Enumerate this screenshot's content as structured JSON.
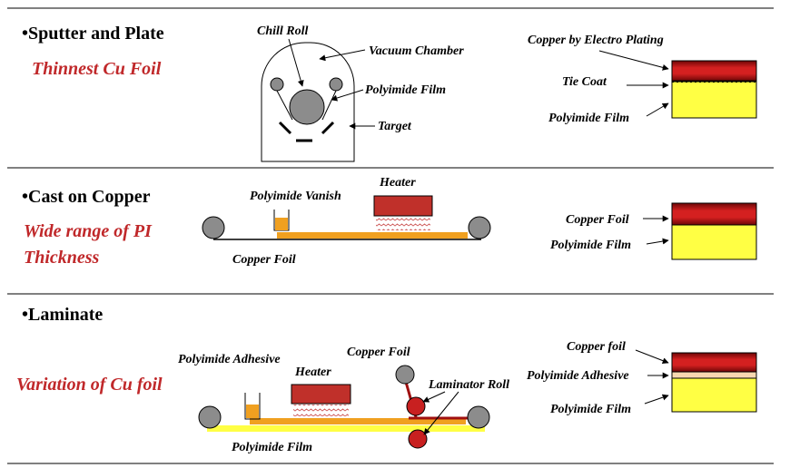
{
  "colors": {
    "copper": "#c8201e",
    "copper_dark": "#7a0a0a",
    "polyimide_film": "#ffff44",
    "polyimide_liquid": "#f0a020",
    "adhesive": "#f8d8b0",
    "roll_gray": "#8c8c8c",
    "heater_red": "#c0302a",
    "subtitle_red": "#c0282a"
  },
  "sections": [
    {
      "bullet": "•",
      "title": "Sputter and Plate",
      "subtitle": [
        "Thinnest Cu Foil"
      ],
      "diagram_labels": {
        "chill_roll": "Chill Roll",
        "vacuum_chamber": "Vacuum Chamber",
        "polyimide_film": "Polyimide Film",
        "target": "Target"
      },
      "stack_labels": [
        "Copper by Electro Plating",
        "Tie Coat",
        "Polyimide Film"
      ]
    },
    {
      "bullet": "•",
      "title": "Cast on Copper",
      "subtitle": [
        "Wide range of PI",
        "Thickness"
      ],
      "diagram_labels": {
        "polyimide_vanish": "Polyimide Vanish",
        "heater": "Heater",
        "copper_foil": "Copper Foil"
      },
      "stack_labels": [
        "Copper Foil",
        "Polyimide Film"
      ]
    },
    {
      "bullet": "•",
      "title": "Laminate",
      "subtitle": [
        "Variation of Cu foil"
      ],
      "diagram_labels": {
        "polyimide_adhesive": "Polyimide Adhesive",
        "heater": "Heater",
        "copper_foil": "Copper Foil",
        "laminator_roll": "Laminator Roll",
        "polyimide_film": "Polyimide Film"
      },
      "stack_labels": [
        "Copper foil",
        "Polyimide Adhesive",
        "Polyimide Film"
      ]
    }
  ]
}
